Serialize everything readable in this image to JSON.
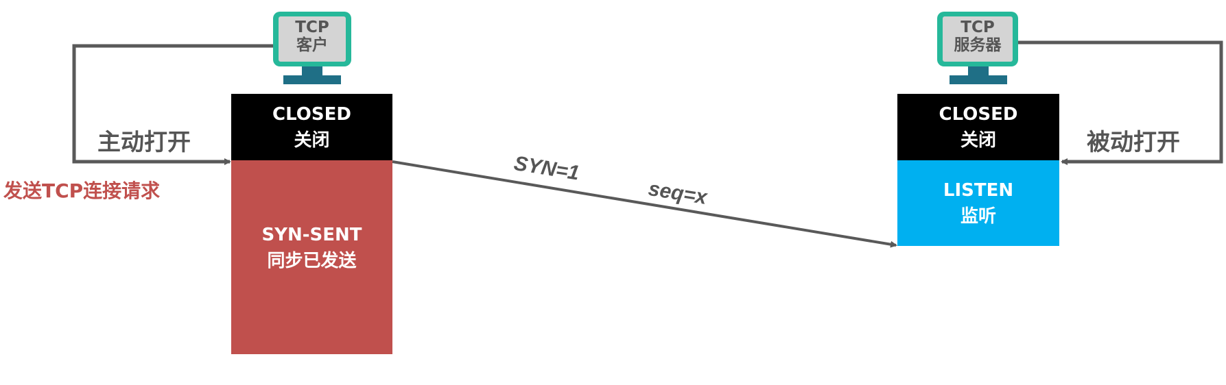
{
  "client": {
    "computer": {
      "line1": "TCP",
      "line2": "客户"
    },
    "closed_state": {
      "name": "CLOSED",
      "zh": "关闭"
    },
    "sent_state": {
      "name": "SYN-SENT",
      "zh": "同步已发送"
    },
    "action_label": "主动打开",
    "note": "发送TCP连接请求"
  },
  "server": {
    "computer": {
      "line1": "TCP",
      "line2": "服务器"
    },
    "closed_state": {
      "name": "CLOSED",
      "zh": "关闭"
    },
    "listen_state": {
      "name": "LISTEN",
      "zh": "监听"
    },
    "action_label": "被动打开"
  },
  "message": {
    "flag": "SYN=1",
    "seq": "seq=x"
  },
  "colors": {
    "monitor_frame": "#26b89a",
    "monitor_screen": "#d4d4d4",
    "monitor_stand": "#1f6f86",
    "arrow": "#595959",
    "closed": "#000000",
    "syn_sent": "#c0504d",
    "listen": "#00b0f0",
    "note": "#c0504d"
  }
}
